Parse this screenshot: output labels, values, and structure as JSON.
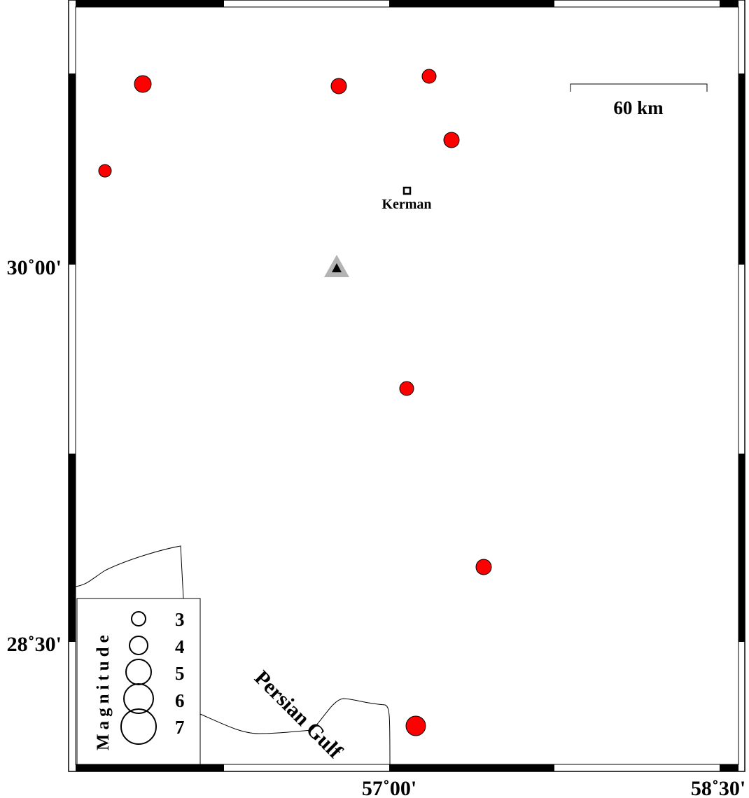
{
  "map": {
    "axis_labels": {
      "lat_30": "30˚00'",
      "lat_28_30": "28˚30'",
      "lon_57": "57˚00'",
      "lon_58_30": "58˚30'"
    },
    "scale_bar": {
      "label": "60 km",
      "distance_km": 60
    },
    "city": {
      "name": "Kerman"
    },
    "sea_label": "Persian Gulf",
    "station": {
      "symbol": "triangle"
    },
    "colors": {
      "event": "#ff0000",
      "station_outer": "#b3b3b3",
      "station_inner": "#000000"
    },
    "legend": {
      "title": "Magnitude",
      "entries": [
        {
          "label": "3"
        },
        {
          "label": "4"
        },
        {
          "label": "5"
        },
        {
          "label": "6"
        },
        {
          "label": "7"
        }
      ]
    }
  }
}
